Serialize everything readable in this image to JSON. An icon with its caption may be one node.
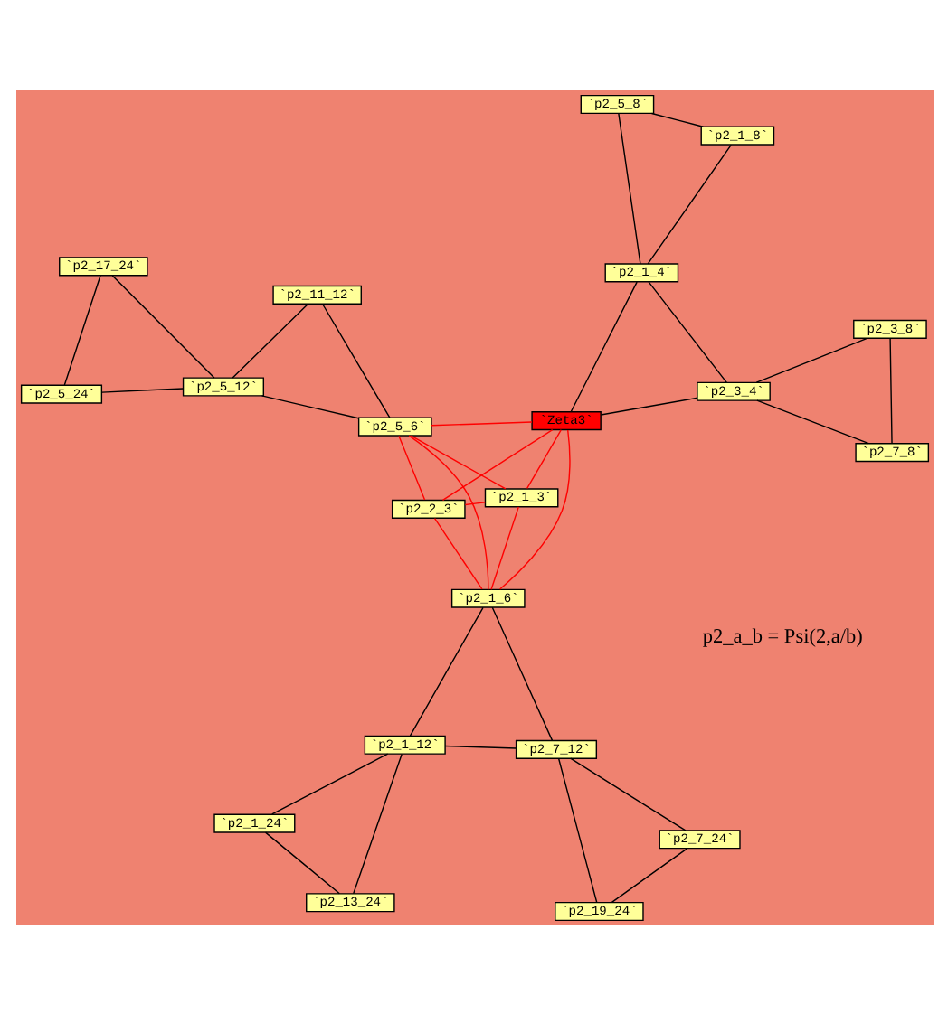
{
  "diagram": {
    "nodes": [
      {
        "text": [
          "`p2_13_24`"
        ]
      },
      {
        "text": [
          "`p2_1_24`"
        ]
      },
      {
        "text": [
          "`p2_19_24`"
        ]
      },
      {
        "text": [
          "`p2_1_12`"
        ]
      },
      {
        "text": [
          "`p2_7_12`"
        ]
      },
      {
        "text": [
          "`p2_7_8`"
        ]
      },
      {
        "text": [
          "`p2_7_24`"
        ]
      },
      {
        "text": [
          "`p2_1_6`"
        ]
      },
      {
        "text": [
          "`p2_2_3`"
        ]
      },
      {
        "text": [
          "`p2_3_4`"
        ]
      },
      {
        "text": [
          "`p2_3_8`"
        ]
      },
      {
        "text": [
          "`Zeta3`"
        ]
      },
      {
        "text": [
          "`p2_1_3`"
        ]
      },
      {
        "text": [
          "`p2_1_4`"
        ]
      },
      {
        "text": [
          "`p2_5_6`"
        ]
      },
      {
        "text": [
          "`p2_11_12`"
        ]
      },
      {
        "text": [
          "`p2_1_8`"
        ]
      },
      {
        "text": [
          "`p2_5_8`"
        ]
      },
      {
        "text": [
          "`p2_5_12`"
        ]
      },
      {
        "text": [
          "`p2_5_24`"
        ]
      },
      {
        "text": [
          "`p2_17_24`"
        ]
      }
    ],
    "edges": [
      {
        "from": 3,
        "to": 1,
        "arrow": "none"
      },
      {
        "from": 1,
        "to": 0,
        "arrow": "none"
      },
      {
        "from": 0,
        "to": 3,
        "arrow": "none"
      },
      {
        "from": 3,
        "to": 4,
        "arrow": "none"
      },
      {
        "from": 4,
        "to": 7,
        "arrow": "none"
      },
      {
        "from": 7,
        "to": 3,
        "arrow": "none"
      },
      {
        "from": 4,
        "to": 2,
        "arrow": "none"
      },
      {
        "from": 2,
        "to": 6,
        "arrow": "none"
      },
      {
        "from": 6,
        "to": 4,
        "arrow": "none"
      },
      {
        "from": 8,
        "to": 7,
        "arrow": "none",
        "color": "#ff0000"
      },
      {
        "from": 8,
        "to": 12,
        "arrow": "none",
        "color": "#ff0000"
      },
      {
        "from": 8,
        "to": 11,
        "arrow": "none",
        "color": "#ff0000"
      },
      {
        "from": 8,
        "to": 14,
        "arrow": "none",
        "color": "#ff0000"
      },
      {
        "from": 7,
        "to": 12,
        "arrow": "none",
        "color": "#ff0000"
      },
      {
        "from": 7,
        "to": 14,
        "arrow": "none",
        "color": "#ff0000"
      },
      {
        "from": 7,
        "to": 11,
        "arrow": "none",
        "color": "#ff0000"
      },
      {
        "from": 12,
        "to": 11,
        "arrow": "none",
        "color": "#ff0000"
      },
      {
        "from": 12,
        "to": 14,
        "arrow": "none",
        "color": "#ff0000"
      },
      {
        "from": 14,
        "to": 11,
        "arrow": "none",
        "color": "#ff0000"
      },
      {
        "from": 11,
        "to": 9,
        "arrow": "none"
      },
      {
        "from": 9,
        "to": 13,
        "arrow": "none"
      },
      {
        "from": 13,
        "to": 11,
        "arrow": "none"
      },
      {
        "from": 9,
        "to": 5,
        "arrow": "none"
      },
      {
        "from": 5,
        "to": 10,
        "arrow": "none"
      },
      {
        "from": 10,
        "to": 9,
        "arrow": "none"
      },
      {
        "from": 13,
        "to": 16,
        "arrow": "none"
      },
      {
        "from": 16,
        "to": 17,
        "arrow": "none"
      },
      {
        "from": 17,
        "to": 13,
        "arrow": "none"
      },
      {
        "from": 14,
        "to": 15,
        "arrow": "none"
      },
      {
        "from": 15,
        "to": 18,
        "arrow": "none"
      },
      {
        "from": 18,
        "to": 14,
        "arrow": "none"
      },
      {
        "from": 18,
        "to": 19,
        "arrow": "none"
      },
      {
        "from": 19,
        "to": 20,
        "arrow": "none"
      },
      {
        "from": 20,
        "to": 18,
        "arrow": "none"
      }
    ],
    "labels": [
      "p2_a_b = Psi(2,a/b)"
    ]
  }
}
